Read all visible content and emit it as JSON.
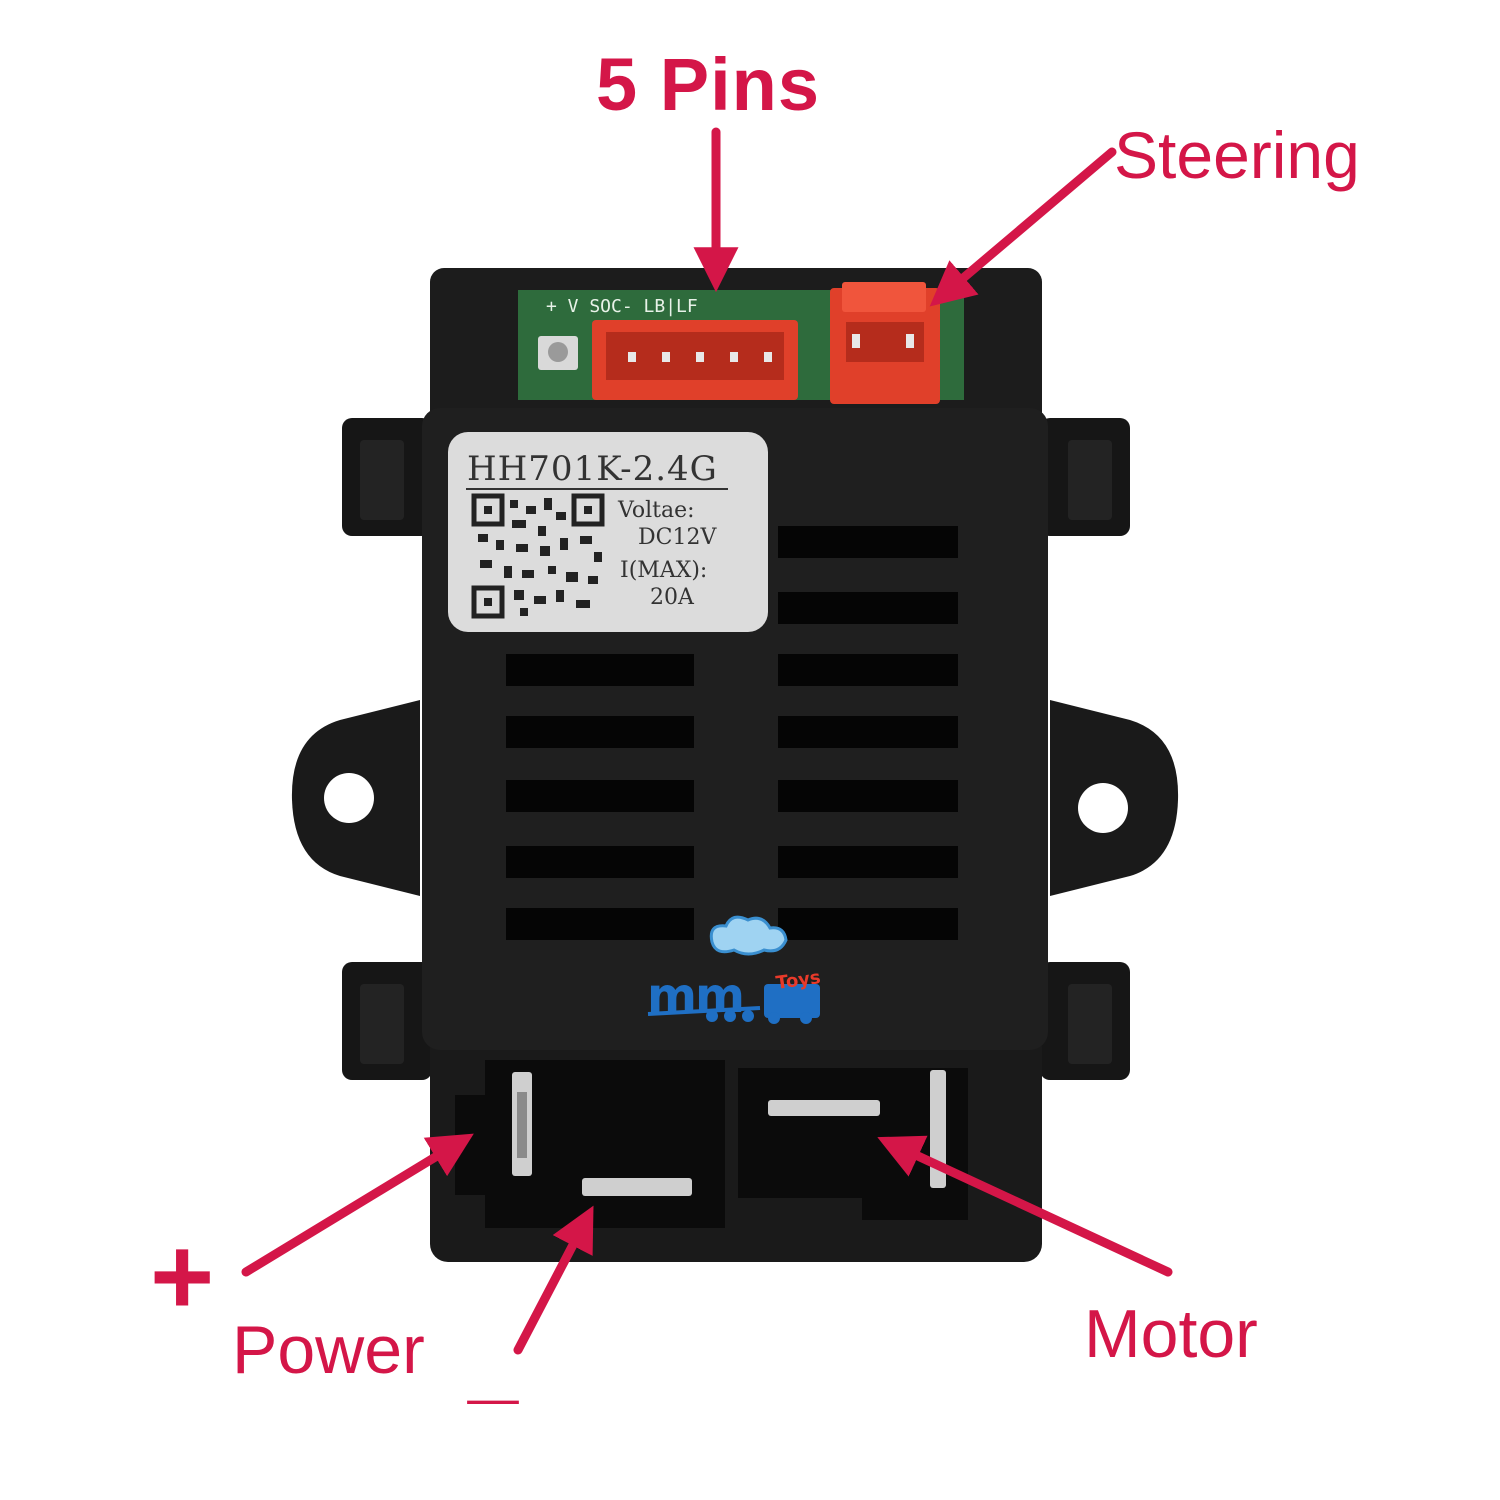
{
  "callouts": {
    "pins": "5 Pins",
    "steering": "Steering",
    "plus": "+",
    "power": "Power",
    "minus": "_",
    "motor": "Motor"
  },
  "sticker": {
    "model": "HH701K-2.4G",
    "voltage_label": "Voltae:",
    "voltage_value": "DC12V",
    "current_label": "I(MAX):",
    "current_value": "20A"
  },
  "pcb": {
    "silkscreen": "+ V  SOC- LB|LF"
  },
  "logo": {
    "wordmark": "mm",
    "badge": "Toys"
  },
  "colors": {
    "accent": "#d41648",
    "housing": "#1b1b1b",
    "connector": "#e0402a",
    "pcb": "#2e6b3c",
    "logo_blue": "#1f6fc4"
  }
}
